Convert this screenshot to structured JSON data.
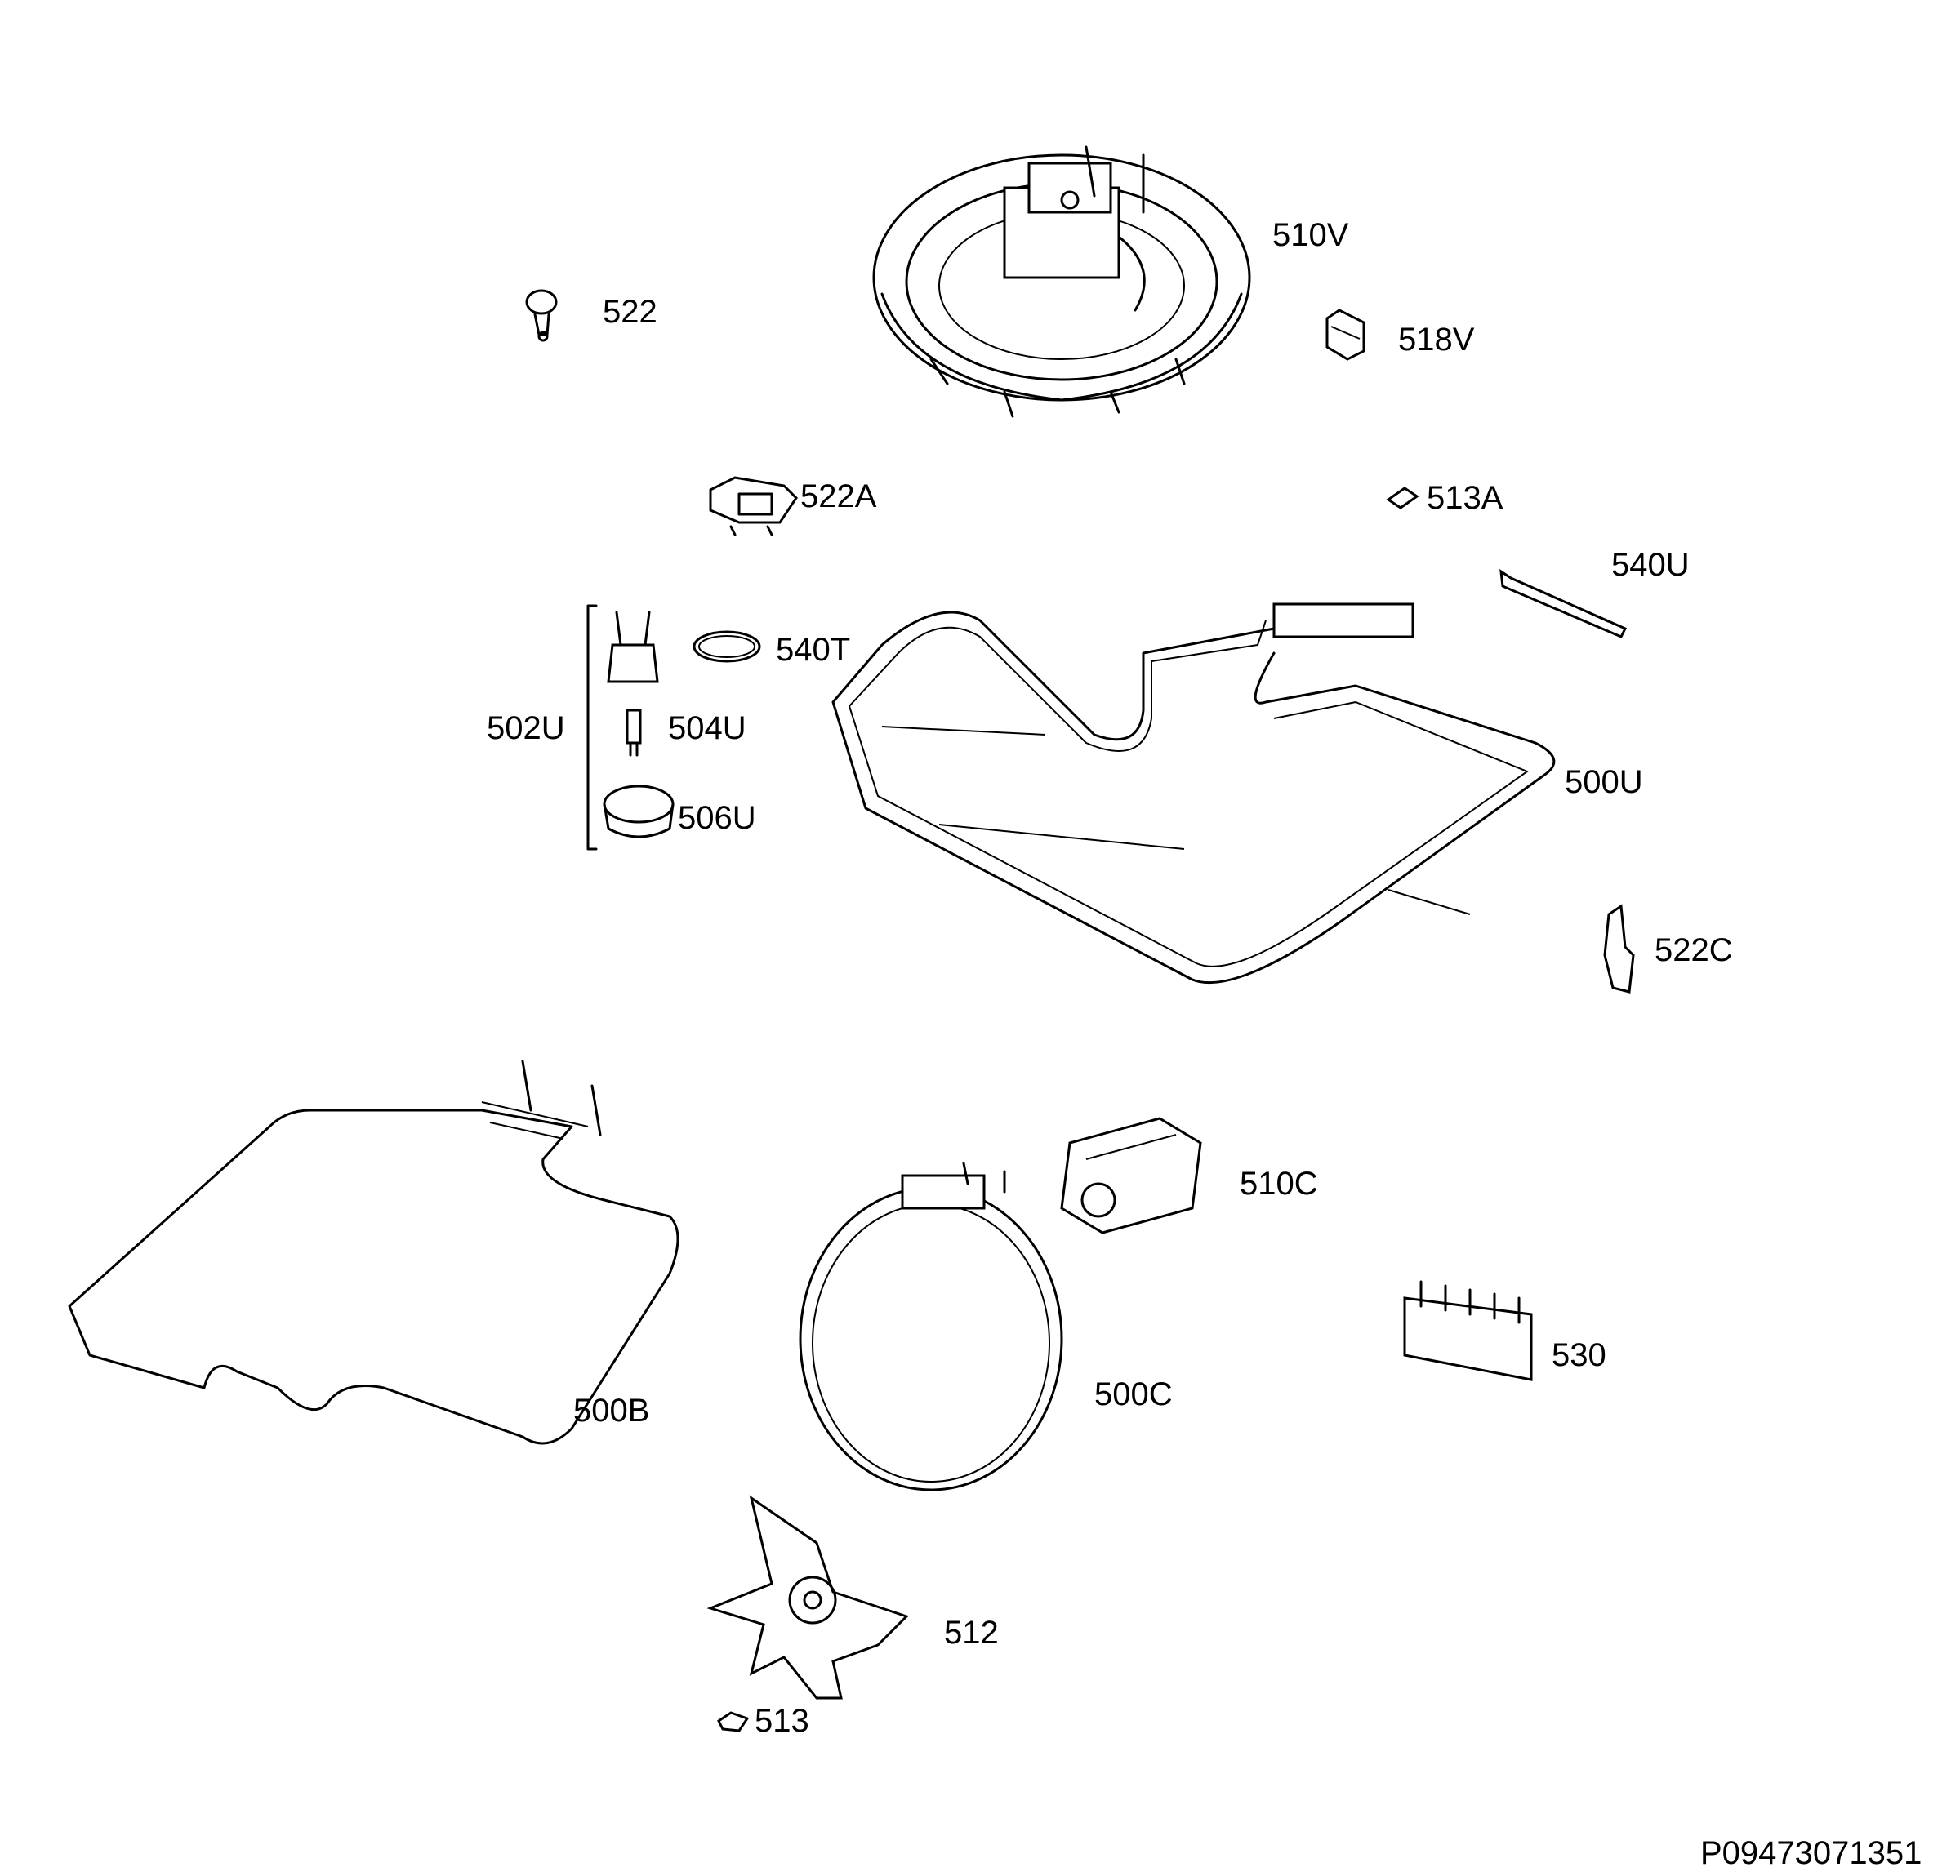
{
  "diagram": {
    "labels": {
      "p510V": "510V",
      "p522": "522",
      "p518V": "518V",
      "p522A": "522A",
      "p513A": "513A",
      "p540U": "540U",
      "p540T": "540T",
      "p502U": "502U",
      "p504U": "504U",
      "p506U": "506U",
      "p500U": "500U",
      "p522C": "522C",
      "p510C": "510C",
      "p500B": "500B",
      "p500C": "500C",
      "p530": "530",
      "p512": "512",
      "p513": "513"
    },
    "document_code": "P09473071351"
  }
}
